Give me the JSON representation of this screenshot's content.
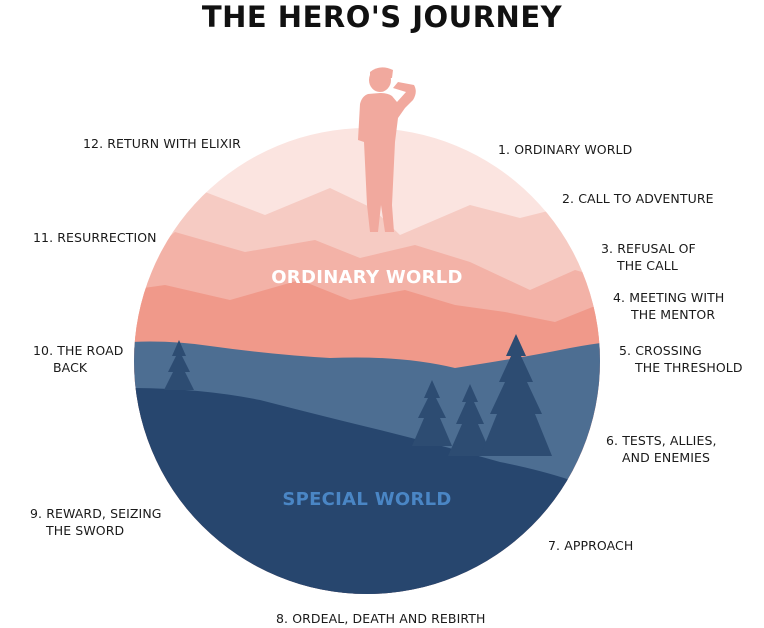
{
  "title": "THE HERO'S JOURNEY",
  "worlds": {
    "ordinary": {
      "label": "ORDINARY WORLD",
      "color": "#ffffff"
    },
    "special": {
      "label": "SPECIAL WORLD",
      "color": "#4a86c5"
    }
  },
  "stages": [
    {
      "line1": "1. ORDINARY WORLD",
      "line2": ""
    },
    {
      "line1": "2. CALL TO ADVENTURE",
      "line2": ""
    },
    {
      "line1": "3. REFUSAL OF",
      "line2": "THE CALL"
    },
    {
      "line1": "4. MEETING WITH",
      "line2": "THE MENTOR"
    },
    {
      "line1": "5. CROSSING",
      "line2": "THE THRESHOLD"
    },
    {
      "line1": "6. TESTS, ALLIES,",
      "line2": "AND ENEMIES"
    },
    {
      "line1": "7. APPROACH",
      "line2": ""
    },
    {
      "line1": "8. ORDEAL, DEATH AND REBIRTH",
      "line2": ""
    },
    {
      "line1": "9. REWARD, SEIZING",
      "line2": "THE SWORD"
    },
    {
      "line1": "10. THE ROAD",
      "line2": "BACK"
    },
    {
      "line1": "11. RESURRECTION",
      "line2": ""
    },
    {
      "line1": "12. RETURN WITH ELIXIR",
      "line2": ""
    }
  ],
  "colors": {
    "sky": "#fbe4e0",
    "mountain_far": "#f6cbc3",
    "mountain_mid": "#f3b2a7",
    "mountain_near": "#f0998a",
    "hero": "#f1a99e",
    "lake": "#4d6e92",
    "land": "#27466e",
    "trees": "#2d4c72"
  }
}
